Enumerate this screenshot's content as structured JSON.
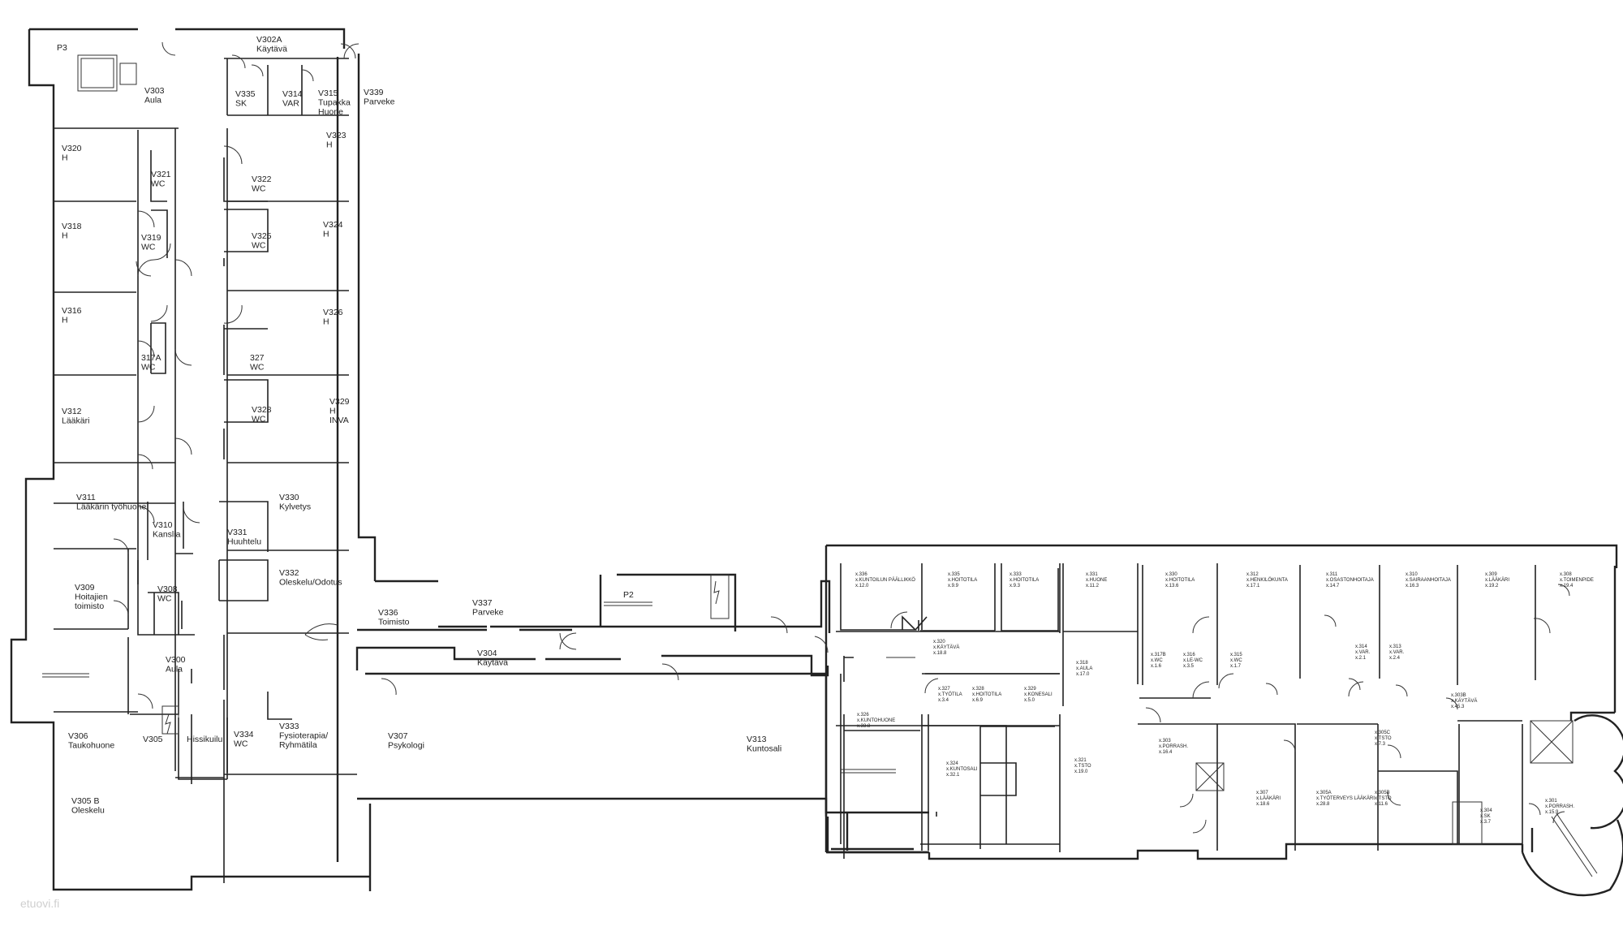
{
  "watermark": "etuovi.fi",
  "left_wing": [
    [
      "P3"
    ],
    [
      "V302A",
      "Käytävä"
    ],
    [
      "V303",
      "Aula"
    ],
    [
      "V335",
      "SK"
    ],
    [
      "V314",
      "VAR"
    ],
    [
      "V315",
      "Tupakka",
      "Huone"
    ],
    [
      "V339",
      "Parveke"
    ],
    [
      "V320",
      "H"
    ],
    [
      "V323",
      "H"
    ],
    [
      "V321",
      "WC"
    ],
    [
      "V322",
      "WC"
    ],
    [
      "V318",
      "H"
    ],
    [
      "V319",
      "WC"
    ],
    [
      "V325",
      "WC"
    ],
    [
      "V324",
      "H"
    ],
    [
      "V316",
      "H"
    ],
    [
      "V326",
      "H"
    ],
    [
      "317A",
      "WC"
    ],
    [
      "327",
      "WC"
    ],
    [
      "V312",
      "Lääkäri"
    ],
    [
      "V328",
      "WC"
    ],
    [
      "V329",
      "H",
      "INVA"
    ],
    [
      "V311",
      "Lääkärin työhuone"
    ],
    [
      "V310",
      "Kanslia"
    ],
    [
      "V330",
      "Kylvetys"
    ],
    [
      "V331",
      "Huuhtelu"
    ],
    [
      "V309",
      "Hoitajien",
      "toimisto"
    ],
    [
      "V308",
      "WC"
    ],
    [
      "V332",
      "Oleskelu/Odotus"
    ],
    [
      "V336",
      "Toimisto"
    ],
    [
      "V337",
      "Parveke"
    ],
    [
      "P2"
    ],
    [
      "V300",
      "Aula"
    ],
    [
      "V304",
      "Käytävä"
    ],
    [
      "V306",
      "Taukohuone"
    ],
    [
      "V305"
    ],
    [
      "Hissikuilu"
    ],
    [
      "V334",
      "WC"
    ],
    [
      "V333",
      "Fysioterapia/",
      "Ryhmätila"
    ],
    [
      "V307",
      "Psykologi"
    ],
    [
      "V313",
      "Kuntosali"
    ],
    [
      "V305 B",
      "Oleskelu"
    ]
  ],
  "right_wing": [
    [
      "x.336",
      "x.KUNTOILUN PÄÄLLIKKÖ",
      "x.12.0"
    ],
    [
      "x.335",
      "x.HOITOTILA",
      "x.9.9"
    ],
    [
      "x.333",
      "x.HOITOTILA",
      "x.9.3"
    ],
    [
      "x.331",
      "x.HUONE",
      "x.11.2"
    ],
    [
      "x.330",
      "x.HOITOTILA",
      "x.13.6"
    ],
    [
      "x.312",
      "x.HENKILÖKUNTA",
      "x.17.1"
    ],
    [
      "x.311",
      "x.OSASTONHOITAJA",
      "x.14.7"
    ],
    [
      "x.310",
      "x.SAIRAANHOITAJA",
      "x.16.3"
    ],
    [
      "x.309",
      "x.LÄÄKÄRI",
      "x.19.2"
    ],
    [
      "x.308",
      "x.TOIMENPIDE",
      "x.19.4"
    ],
    [
      "x.320",
      "x.KÄYTÄVÄ",
      "x.18.8"
    ],
    [
      "x.318",
      "x.AULA",
      "x.17.0"
    ],
    [
      "x.317B",
      "x.WC",
      "x.1.6"
    ],
    [
      "x.316",
      "x.LE-WC",
      "x.3.5"
    ],
    [
      "x.315",
      "x.WC",
      "x.1.7"
    ],
    [
      "x.314",
      "x.VAR.",
      "x.2.1"
    ],
    [
      "x.313",
      "x.VAR.",
      "x.2.4"
    ],
    [
      "x.303B",
      "x.KÄYTÄVÄ",
      "x.45.3"
    ],
    [
      "x.327",
      "x.TYÖTILA",
      "x.3.4"
    ],
    [
      "x.328",
      "x.HOITOTILA",
      "x.6.9"
    ],
    [
      "x.329",
      "x.KONESALI",
      "x.5.0"
    ],
    [
      "x.326",
      "x.KUNTOHUONE",
      "x.33.8"
    ],
    [
      "x.324",
      "x.KUNTOSALI",
      "x.32.1"
    ],
    [
      "x.321",
      "x.TSTO",
      "x.19.0"
    ],
    [
      "x.303",
      "x.PORRASH.",
      "x.16.4"
    ],
    [
      "x.307",
      "x.LÄÄKÄRI",
      "x.18.6"
    ],
    [
      "x.305A",
      "x.TYÖTERVEYS LÄÄKÄRI",
      "x.28.8"
    ],
    [
      "x.305C",
      "x.TSTO",
      "x.7.3"
    ],
    [
      "x.305B",
      "x.TSTO",
      "x.11.6"
    ],
    [
      "x.304",
      "x.SK",
      "x.3.7"
    ],
    [
      "x.301",
      "x.PORRASH.",
      "x.15.9"
    ]
  ]
}
